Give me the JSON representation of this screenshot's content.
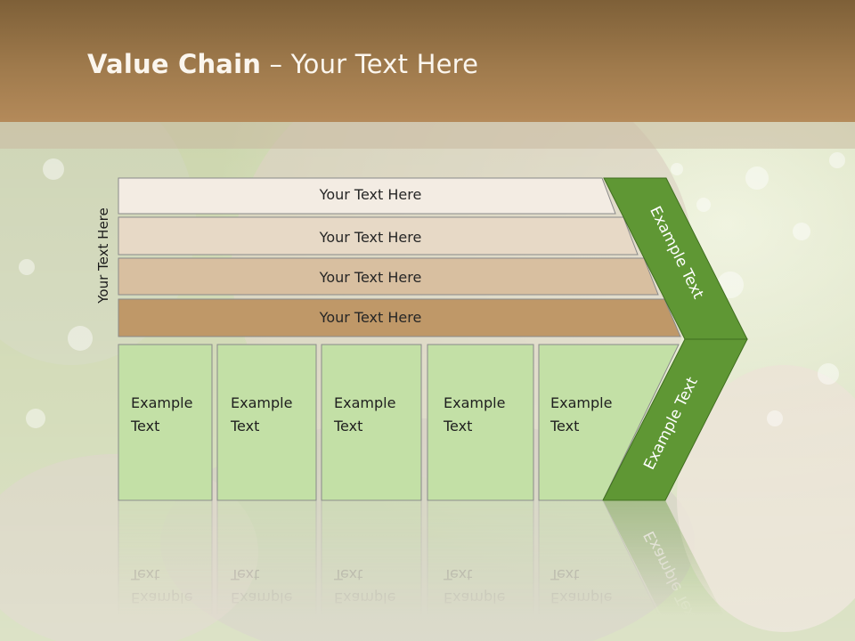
{
  "title": {
    "bold": "Value Chain",
    "rest": " – Your Text Here"
  },
  "side_label": "Your Text Here",
  "bands": [
    {
      "label": "Your Text Here",
      "color": "#f3ece3"
    },
    {
      "label": "Your Text Here",
      "color": "#e7d9c6"
    },
    {
      "label": "Your Text Here",
      "color": "#d8bfa0"
    },
    {
      "label": "Your Text Here",
      "color": "#bf9868"
    }
  ],
  "boxes": [
    {
      "line1": "Example",
      "line2": "Text"
    },
    {
      "line1": "Example",
      "line2": "Text"
    },
    {
      "line1": "Example",
      "line2": "Text"
    },
    {
      "line1": "Example",
      "line2": "Text"
    },
    {
      "line1": "Example",
      "line2": "Text"
    }
  ],
  "arrow_top_label": "Example Text",
  "arrow_bottom_label": "Example Text",
  "colors": {
    "box_fill": "#c3e0a6",
    "arrow_fill": "#5f9734",
    "title_band": "#9f7a4c"
  }
}
